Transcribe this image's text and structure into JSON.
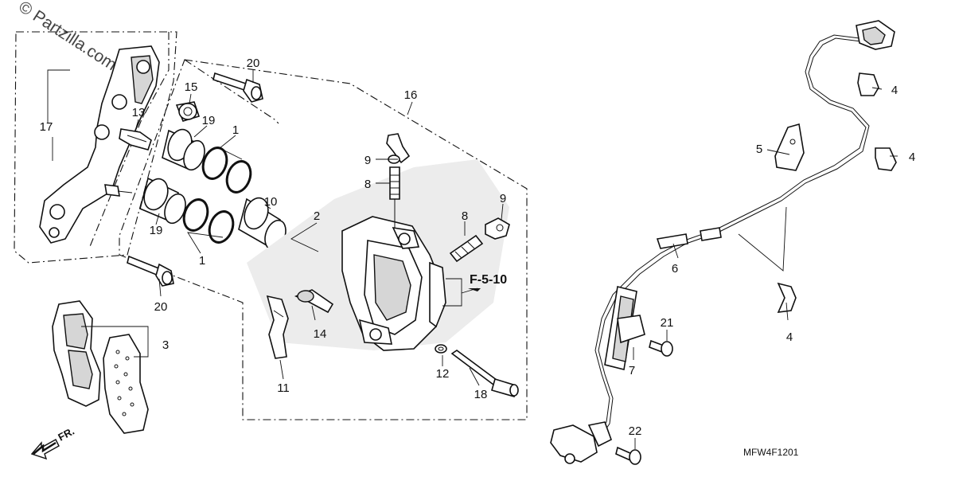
{
  "watermark": "© Partzilla.com",
  "diagram_code": "MFW4F1201",
  "reference_label": "F-5-10",
  "direction_label": "FR.",
  "callouts": {
    "c1a": "1",
    "c1b": "1",
    "c2": "2",
    "c3": "3",
    "c4a": "4",
    "c4b": "4",
    "c4c": "4",
    "c5": "5",
    "c6": "6",
    "c7": "7",
    "c8a": "8",
    "c8b": "8",
    "c9a": "9",
    "c9b": "9",
    "c10": "10",
    "c11": "11",
    "c12": "12",
    "c13": "13",
    "c14": "14",
    "c15": "15",
    "c16": "16",
    "c17": "17",
    "c18": "18",
    "c19a": "19",
    "c19b": "19",
    "c20a": "20",
    "c20b": "20",
    "c21": "21",
    "c22": "22"
  }
}
